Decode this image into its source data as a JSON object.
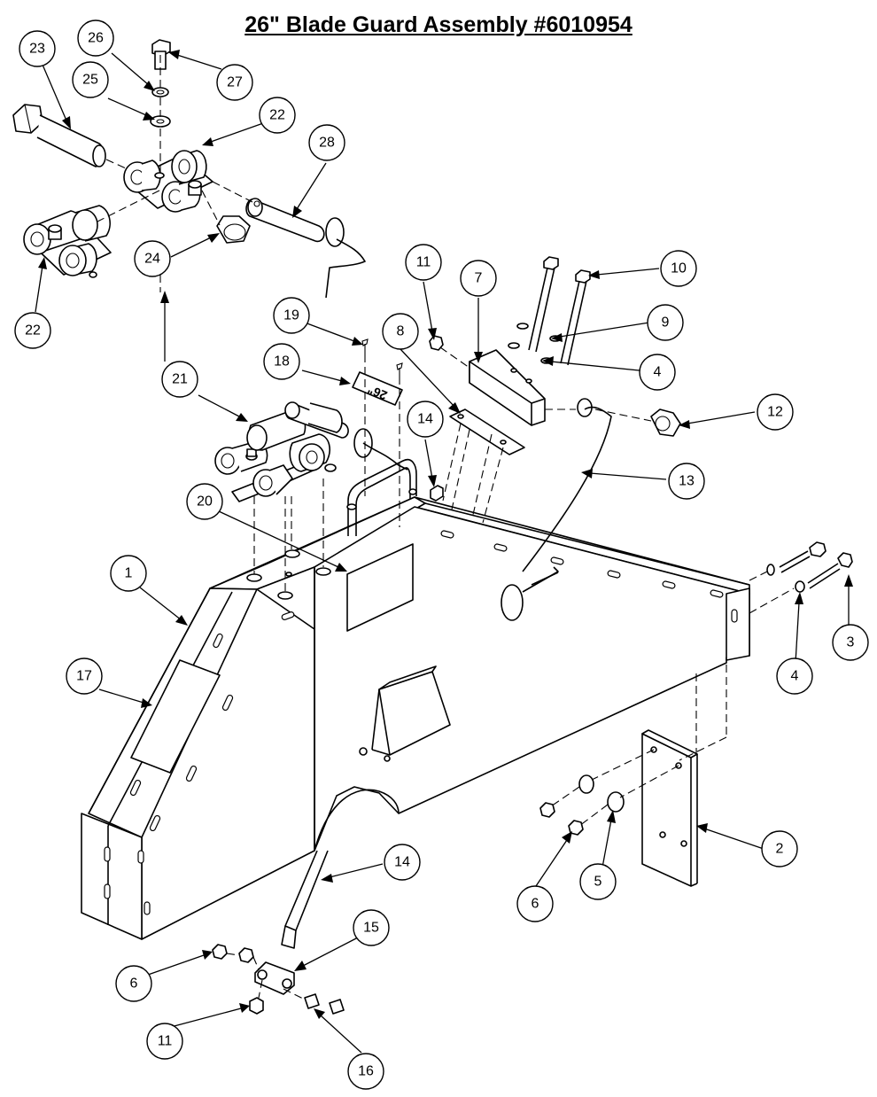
{
  "title": "26\" Blade Guard Assembly #6010954",
  "decal_text": "26\"",
  "callouts": [
    {
      "id": "c1",
      "label": "1"
    },
    {
      "id": "c2",
      "label": "2"
    },
    {
      "id": "c3",
      "label": "3"
    },
    {
      "id": "c4a",
      "label": "4"
    },
    {
      "id": "c4b",
      "label": "4"
    },
    {
      "id": "c5",
      "label": "5"
    },
    {
      "id": "c6a",
      "label": "6"
    },
    {
      "id": "c6b",
      "label": "6"
    },
    {
      "id": "c7",
      "label": "7"
    },
    {
      "id": "c8",
      "label": "8"
    },
    {
      "id": "c9",
      "label": "9"
    },
    {
      "id": "c10",
      "label": "10"
    },
    {
      "id": "c11a",
      "label": "11"
    },
    {
      "id": "c11b",
      "label": "11"
    },
    {
      "id": "c12",
      "label": "12"
    },
    {
      "id": "c13",
      "label": "13"
    },
    {
      "id": "c14a",
      "label": "14"
    },
    {
      "id": "c14b",
      "label": "14"
    },
    {
      "id": "c15",
      "label": "15"
    },
    {
      "id": "c16",
      "label": "16"
    },
    {
      "id": "c17",
      "label": "17"
    },
    {
      "id": "c18",
      "label": "18"
    },
    {
      "id": "c19",
      "label": "19"
    },
    {
      "id": "c20",
      "label": "20"
    },
    {
      "id": "c21",
      "label": "21"
    },
    {
      "id": "c22a",
      "label": "22"
    },
    {
      "id": "c22b",
      "label": "22"
    },
    {
      "id": "c23",
      "label": "23"
    },
    {
      "id": "c24",
      "label": "24"
    },
    {
      "id": "c25",
      "label": "25"
    },
    {
      "id": "c26",
      "label": "26"
    },
    {
      "id": "c27",
      "label": "27"
    },
    {
      "id": "c28",
      "label": "28"
    }
  ]
}
